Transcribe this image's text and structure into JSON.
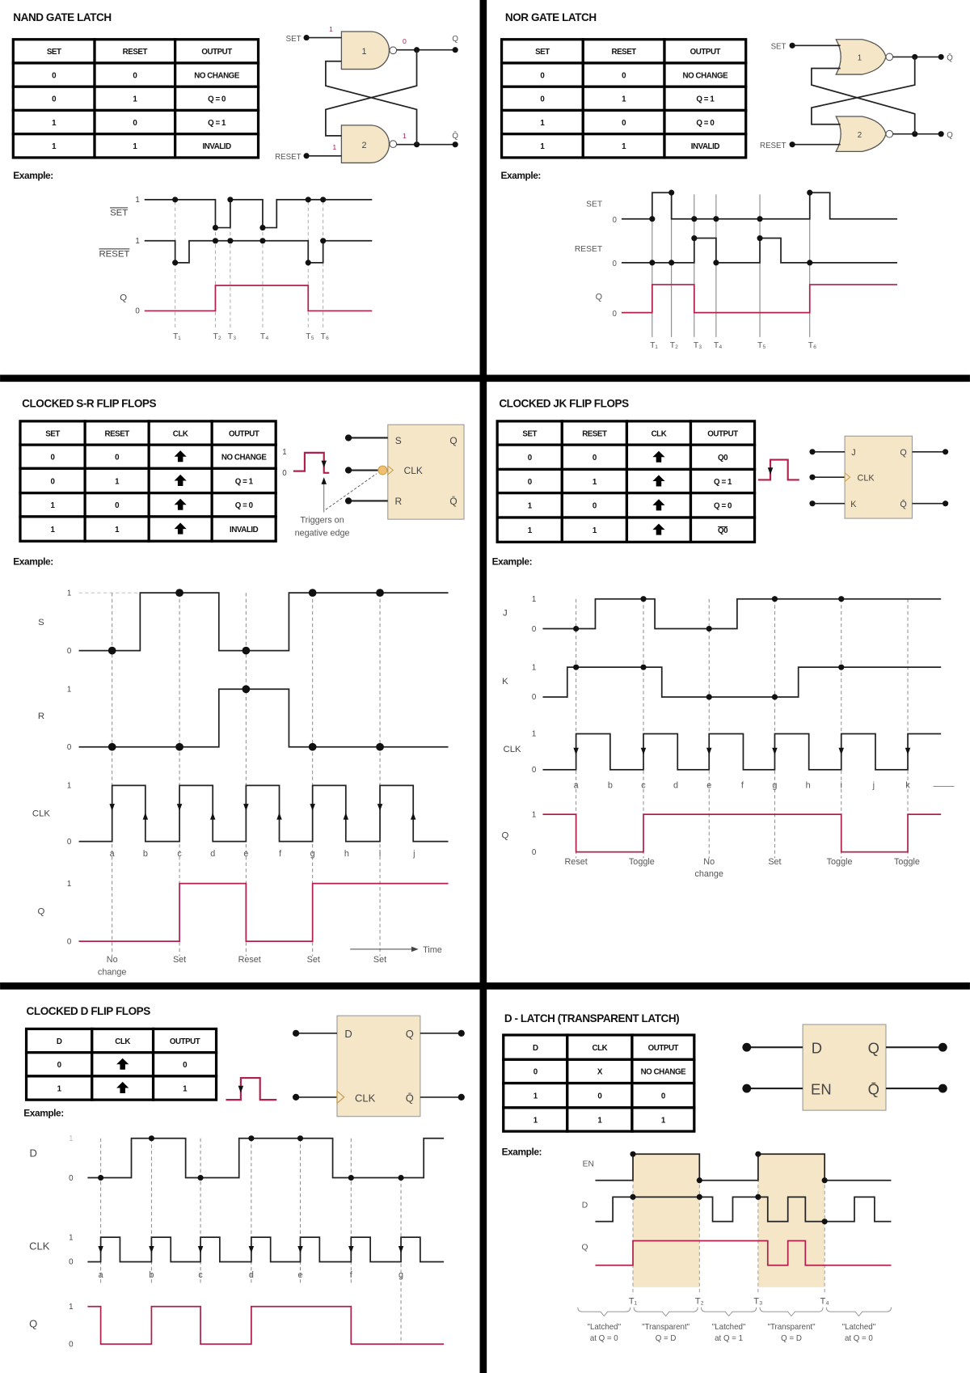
{
  "colors": {
    "output_waveform": "#b0204a",
    "component_fill": "#f5e6c8",
    "divider": "#000000"
  },
  "nand": {
    "title": "NAND GATE LATCH",
    "table": {
      "headers": [
        "SET",
        "RESET",
        "OUTPUT"
      ],
      "rows": [
        [
          "0",
          "0",
          "NO CHANGE"
        ],
        [
          "0",
          "1",
          "Q = 0"
        ],
        [
          "1",
          "0",
          "Q = 1"
        ],
        [
          "1",
          "1",
          "INVALID"
        ]
      ]
    },
    "circuit": {
      "set": "SET",
      "reset": "RESET",
      "q": "Q",
      "qbar": "Q̄",
      "gates": [
        "1",
        "2"
      ],
      "logic_levels": [
        "1",
        "0",
        "1",
        "1"
      ]
    },
    "example_label": "Example:",
    "timing": {
      "signals": [
        "SET",
        "RESET",
        "Q"
      ],
      "level_labels": [
        [
          "1"
        ],
        [
          "1"
        ],
        [
          "0"
        ]
      ],
      "ticks": [
        "T₁",
        "T₂",
        "T₃",
        "T₄",
        "T₅",
        "T₆"
      ]
    }
  },
  "nor": {
    "title": "NOR GATE LATCH",
    "table": {
      "headers": [
        "SET",
        "RESET",
        "OUTPUT"
      ],
      "rows": [
        [
          "0",
          "0",
          "NO CHANGE"
        ],
        [
          "0",
          "1",
          "Q = 1"
        ],
        [
          "1",
          "0",
          "Q = 0"
        ],
        [
          "1",
          "1",
          "INVALID"
        ]
      ]
    },
    "circuit": {
      "set": "SET",
      "reset": "RESET",
      "q": "Q",
      "qbar": "Q̄",
      "gates": [
        "1",
        "2"
      ]
    },
    "example_label": "Example:",
    "timing": {
      "signals": [
        "SET",
        "RESET",
        "Q"
      ],
      "level_labels": [
        [
          "0"
        ],
        [
          "0"
        ],
        [
          "0"
        ]
      ],
      "ticks": [
        "T₁",
        "T₂",
        "T₃",
        "T₄",
        "T₅",
        "T₆"
      ]
    }
  },
  "sr": {
    "title": "CLOCKED S-R FLIP FLOPS",
    "table": {
      "headers": [
        "SET",
        "RESET",
        "CLK",
        "OUTPUT"
      ],
      "rows": [
        [
          "0",
          "0",
          "up-arrow-icon",
          "NO CHANGE"
        ],
        [
          "0",
          "1",
          "up-arrow-icon",
          "Q = 1"
        ],
        [
          "1",
          "0",
          "up-arrow-icon",
          "Q = 0"
        ],
        [
          "1",
          "1",
          "up-arrow-icon",
          "INVALID"
        ]
      ]
    },
    "symbol": {
      "pulse_levels": [
        "1",
        "0"
      ],
      "note": [
        "Triggers on",
        "negative edge"
      ],
      "pins": {
        "s": "S",
        "q": "Q",
        "clk": "CLK",
        "r": "R",
        "qbar": "Q̄"
      }
    },
    "example_label": "Example:",
    "timing": {
      "signals": [
        "S",
        "R",
        "CLK",
        "Q"
      ],
      "level_labels": [
        [
          "1",
          "0"
        ],
        [
          "1",
          "0"
        ],
        [
          "1",
          "0"
        ],
        [
          "1",
          "0"
        ]
      ],
      "clock_labels": [
        "a",
        "b",
        "c",
        "d",
        "e",
        "f",
        "g",
        "h",
        "i",
        "j"
      ],
      "events": [
        [
          "No",
          "change"
        ],
        [
          "Set"
        ],
        [
          "Reset"
        ],
        [
          "Set"
        ],
        [
          "Set"
        ]
      ],
      "time_label": "Time"
    }
  },
  "jk": {
    "title": "CLOCKED JK FLIP FLOPS",
    "table": {
      "headers": [
        "SET",
        "RESET",
        "CLK",
        "OUTPUT"
      ],
      "rows": [
        [
          "0",
          "0",
          "up-arrow-icon",
          "Q0"
        ],
        [
          "0",
          "1",
          "up-arrow-icon",
          "Q = 1"
        ],
        [
          "1",
          "0",
          "up-arrow-icon",
          "Q = 0"
        ],
        [
          "1",
          "1",
          "up-arrow-icon",
          "Q0"
        ]
      ],
      "last_output_overlined": true
    },
    "symbol": {
      "pins": {
        "j": "J",
        "q": "Q",
        "clk": "CLK",
        "k": "K",
        "qbar": "Q̄"
      }
    },
    "example_label": "Example:",
    "timing": {
      "signals": [
        "J",
        "K",
        "CLK",
        "Q"
      ],
      "level_labels": [
        [
          "1",
          "0"
        ],
        [
          "1",
          "0"
        ],
        [
          "1",
          "0"
        ],
        [
          "1",
          "0"
        ]
      ],
      "clock_labels": [
        "a",
        "b",
        "c",
        "d",
        "e",
        "f",
        "g",
        "h",
        "i",
        "j",
        "k"
      ],
      "events": [
        [
          "Reset"
        ],
        [
          "Toggle"
        ],
        [
          "No",
          "change"
        ],
        [
          "Set"
        ],
        [
          "Toggle"
        ],
        [
          "Toggle"
        ]
      ]
    }
  },
  "dff": {
    "title": "CLOCKED D FLIP FLOPS",
    "table": {
      "headers": [
        "D",
        "CLK",
        "OUTPUT"
      ],
      "rows": [
        [
          "0",
          "up-arrow-icon",
          "0"
        ],
        [
          "1",
          "up-arrow-icon",
          "1"
        ]
      ]
    },
    "symbol": {
      "pins": {
        "d": "D",
        "q": "Q",
        "clk": "CLK",
        "qbar": "Q̄"
      }
    },
    "example_label": "Example:",
    "timing": {
      "signals": [
        "D",
        "CLK",
        "Q"
      ],
      "level_labels": [
        [
          "1",
          "0"
        ],
        [
          "1",
          "0"
        ],
        [
          "1",
          "0"
        ]
      ],
      "clock_labels": [
        "a",
        "b",
        "c",
        "d",
        "e",
        "f",
        "g"
      ]
    }
  },
  "dlatch": {
    "title": "D - LATCH (TRANSPARENT LATCH)",
    "table": {
      "headers": [
        "D",
        "CLK",
        "OUTPUT"
      ],
      "rows": [
        [
          "0",
          "X",
          "NO CHANGE"
        ],
        [
          "1",
          "0",
          "0"
        ],
        [
          "1",
          "1",
          "1"
        ]
      ]
    },
    "symbol": {
      "pins": {
        "d": "D",
        "q": "Q",
        "en": "EN",
        "qbar": "Q̄"
      }
    },
    "example_label": "Example:",
    "timing": {
      "signals": [
        "EN",
        "D",
        "Q"
      ],
      "ticks": [
        "T₁",
        "T₂",
        "T₃",
        "T₄"
      ],
      "phases": [
        [
          "\"Latched\"",
          "at Q = 0"
        ],
        [
          "\"Transparent\"",
          "Q = D"
        ],
        [
          "\"Latched\"",
          "at Q = 1"
        ],
        [
          "\"Transparent\"",
          "Q = D"
        ],
        [
          "\"Latched\"",
          "at Q = 0"
        ]
      ]
    }
  }
}
